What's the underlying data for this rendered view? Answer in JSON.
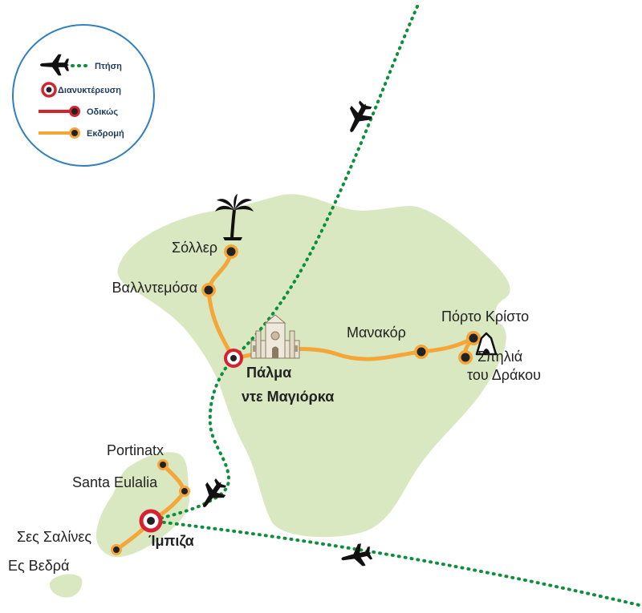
{
  "legend": {
    "flight": "Πτήση",
    "overnight": "Διανυκτέρευση",
    "road": "Οδικώς",
    "excursion": "Εκδρομή"
  },
  "places": {
    "soller": "Σόλλερ",
    "valldemossa": "Βαλλντεμόσα",
    "palma_line1": "Πάλμα",
    "palma_line2": "ντε Μαγιόρκα",
    "manacor": "Μανακόρ",
    "porto_cristo": "Πόρτο Κρίστο",
    "caves_line1": "Σπηλιά",
    "caves_line2": "του Δράκου",
    "portinatx": "Portinatx",
    "santa_eulalia": "Santa Eulalia",
    "ibiza": "Ίμπιζα",
    "ses_salines": "Σες Σαλίνες",
    "es_vedra": "Ες Βεδρά"
  },
  "icons": [
    "airplane-icon",
    "palm-tree-icon",
    "cathedral-icon",
    "cave-icon",
    "overnight-marker-icon"
  ],
  "colors": {
    "land": "#d9e8c1",
    "flight": "#0d8f3c",
    "overnight": "#d62230",
    "excursion": "#f4a738",
    "stop": "#222222",
    "legend_border": "#2f7fc1"
  }
}
